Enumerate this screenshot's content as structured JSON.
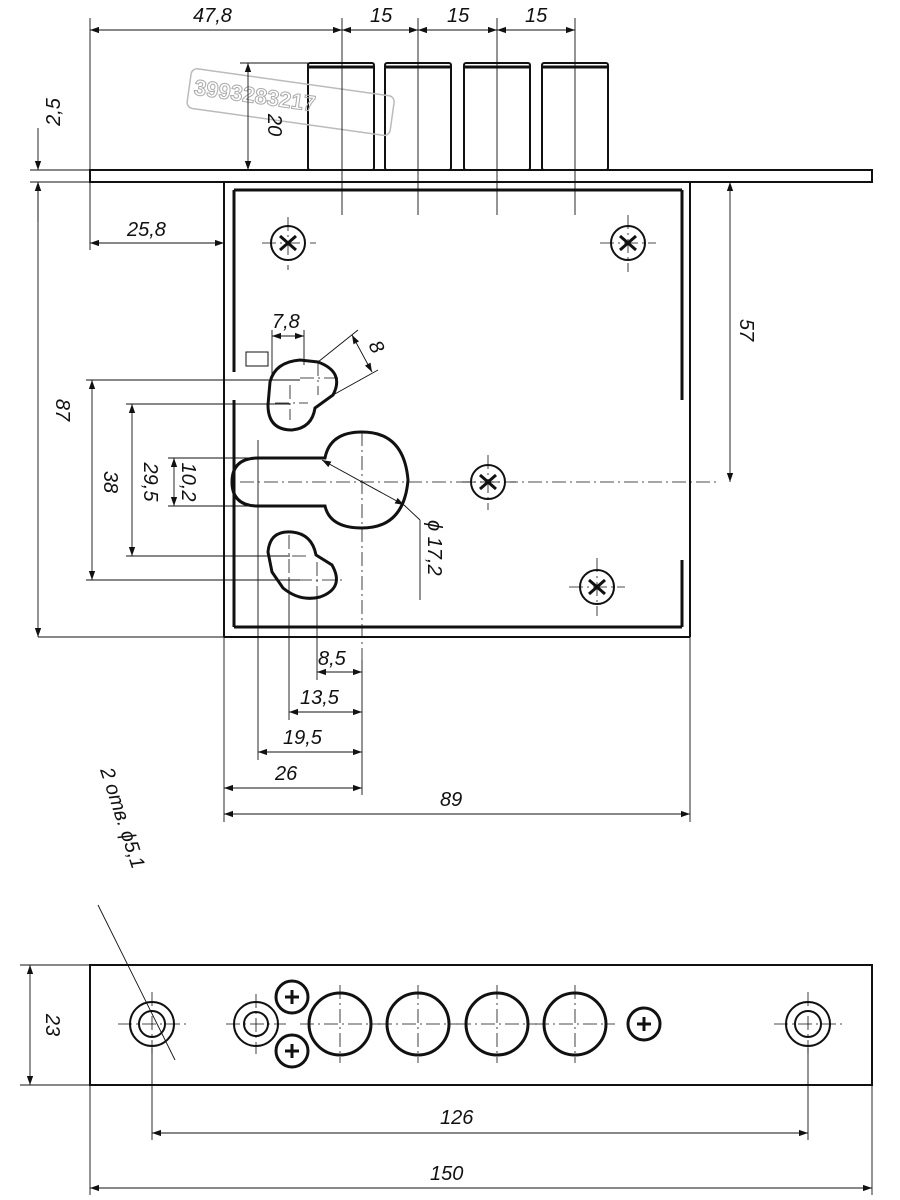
{
  "dimensions": {
    "d47_8": "47,8",
    "d15_a": "15",
    "d15_b": "15",
    "d15_c": "15",
    "d2_5": "2,5",
    "d20": "20",
    "d25_8": "25,8",
    "d87": "87",
    "d57": "57",
    "d7_8": "7,8",
    "d8": "8",
    "d38": "38",
    "d29_5": "29,5",
    "d10_2": "10,2",
    "d17_2": "ϕ 17,2",
    "d8_5": "8,5",
    "d13_5": "13,5",
    "d19_5": "19,5",
    "d26": "26",
    "d89": "89",
    "d23": "23",
    "d126": "126",
    "d150": "150",
    "holes_note": "2 отв. ϕ5,1"
  },
  "watermark": "3993283217"
}
